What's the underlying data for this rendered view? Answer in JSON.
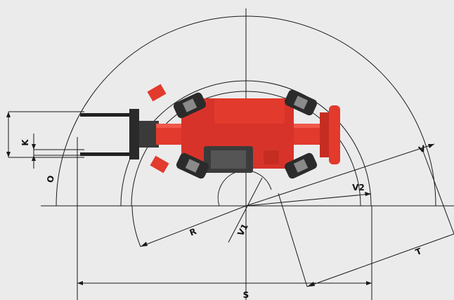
{
  "diagram": {
    "labels": {
      "K": "K",
      "O": "O",
      "R": "R",
      "V1": "V1",
      "V2": "V2",
      "V": "V",
      "T": "T",
      "S": "S"
    },
    "colors": {
      "background": "#ebebeb",
      "line": "#1a1a1a",
      "machine_body": "#e23a2c",
      "machine_dark": "#b3261c",
      "tyre": "#2b2b2b",
      "rim": "#8a8a8a",
      "fork": "#222222"
    }
  }
}
